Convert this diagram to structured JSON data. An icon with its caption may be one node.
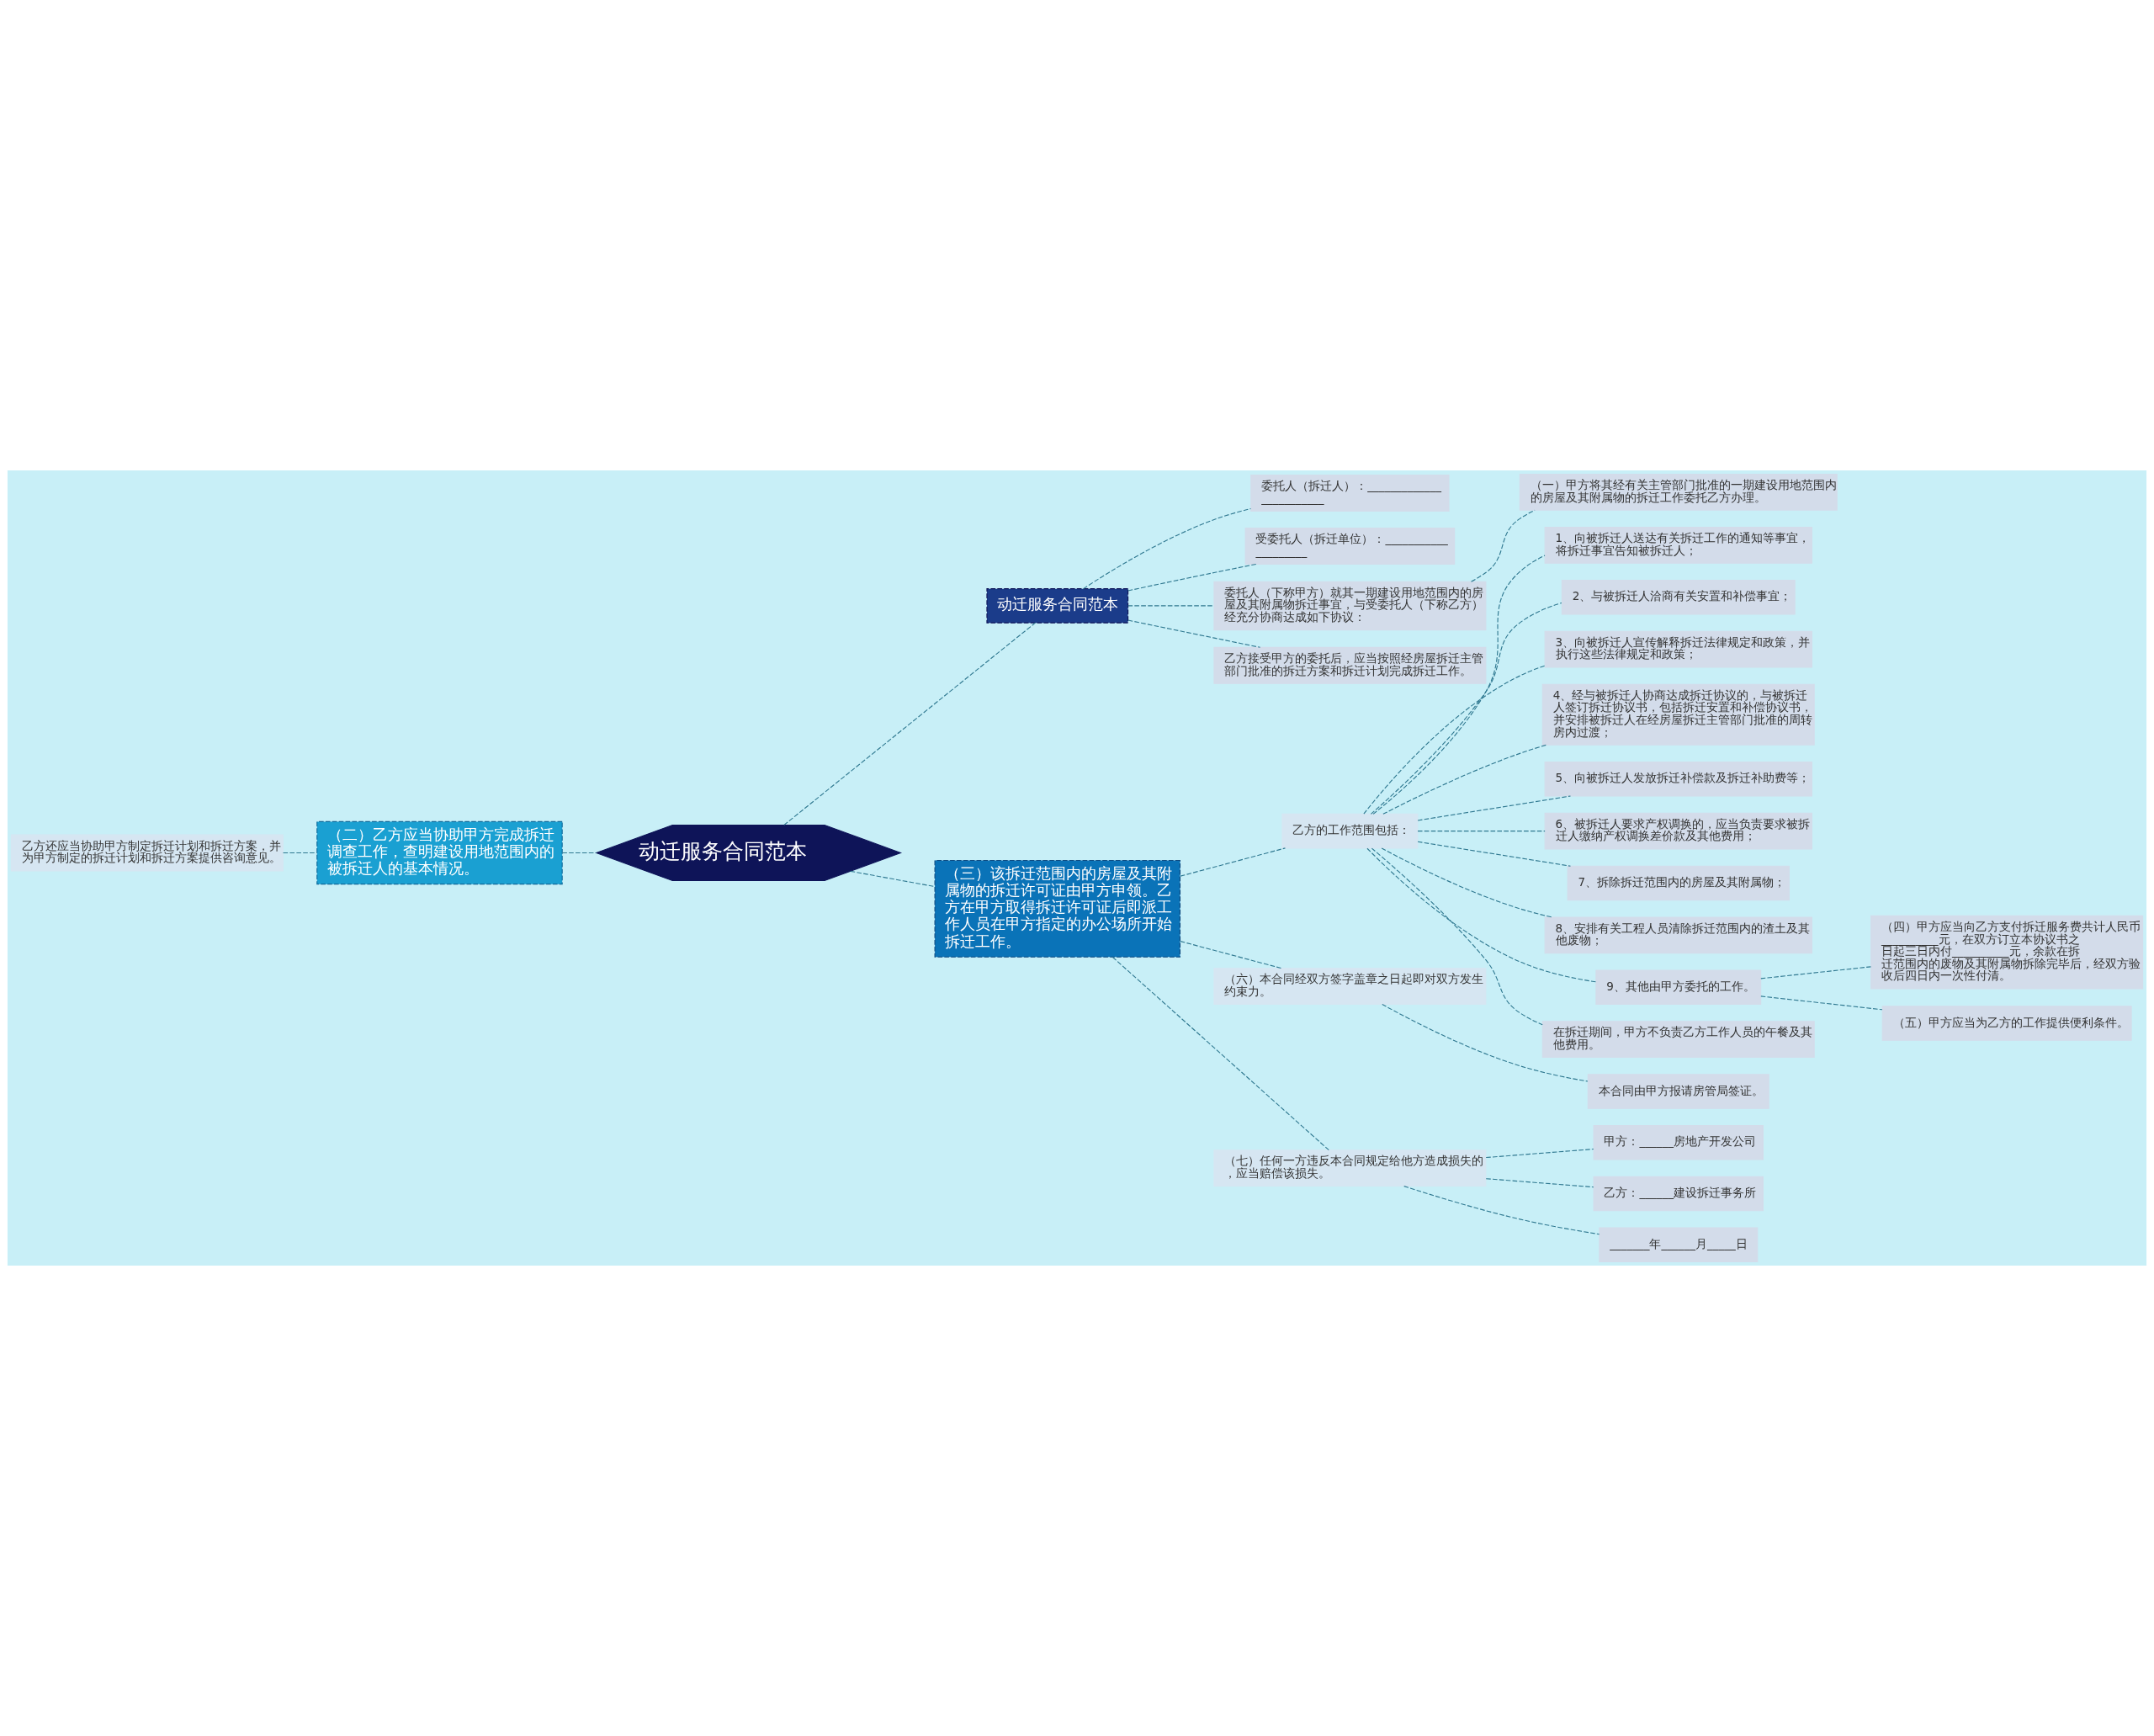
{
  "diagram": {
    "nodes": [
      {
        "text": [
          "动迁服务合同范本"
        ]
      },
      {
        "text": [
          "动迁服务合同范本"
        ]
      },
      {
        "text": [
          "委托人（拆迁人）：________________________"
        ]
      },
      {
        "text": [
          "受委托人（拆迁单位）：____________________"
        ]
      },
      {
        "text": [
          "委托人（下称甲方）就其一期建设用地范围内的房屋及其附属物拆迁事宜，与受委托人（下称乙方）经充分协商达成如下协议："
        ]
      },
      {
        "text": [
          "（一）甲方将其经有关主管部门批准的一期建设用地范围内的房屋及其附属物的拆迁工作委托乙方办理。"
        ]
      },
      {
        "text": [
          "乙方接受甲方的委托后，应当按照经房屋拆迁主管部门批准的拆迁方案和拆迁计划完成拆迁工作。"
        ]
      },
      {
        "text": [
          "（二）乙方应当协助甲方完成拆迁调查工作，查明建设用地范围内的被拆迁人的基本情况。"
        ]
      },
      {
        "text": [
          "乙方还应当协助甲方制定拆迁计划和拆迁方案，并为甲方制定的拆迁计划和拆迁方案提供咨询意见。"
        ]
      },
      {
        "text": [
          "（三）该拆迁范围内的房屋及其附属物的拆迁许可证由甲方申领。乙方在甲方取得拆迁许可证后即派工作人员在甲方指定的办公场所开始拆迁工作。"
        ]
      },
      {
        "text": [
          "乙方的工作范围包括："
        ]
      },
      {
        "text": [
          "1、向被拆迁人送达有关拆迁工作的通知等事宜，将拆迁事宜告知被拆迁人；"
        ]
      },
      {
        "text": [
          "2、与被拆迁人洽商有关安置和补偿事宜；"
        ]
      },
      {
        "text": [
          "3、向被拆迁人宣传解释拆迁法律规定和政策，并执行这些法律规定和政策；"
        ]
      },
      {
        "text": [
          "4、经与被拆迁人协商达成拆迁协议的，与被拆迁人签订拆迁协议书，包括拆迁安置和补偿协议书，并安排被拆迁人在经房屋拆迁主管部门批准的周转房内过渡；"
        ]
      },
      {
        "text": [
          "5、向被拆迁人发放拆迁补偿款及拆迁补助费等；"
        ]
      },
      {
        "text": [
          "6、被拆迁人要求产权调换的，应当负责要求被拆迁人缴纳产权调换差价款及其他费用；"
        ]
      },
      {
        "text": [
          "7、拆除拆迁范围内的房屋及其附属物；"
        ]
      },
      {
        "text": [
          "8、安排有关工程人员清除拆迁范围内的渣土及其他废物；"
        ]
      },
      {
        "text": [
          "9、其他由甲方委托的工作。"
        ]
      },
      {
        "text": [
          "（四）甲方应当向乙方支付拆迁服务费共计人民币__________元，在双方订立本协议书之日起三日内付__________元，余款在拆迁范围内的废物及其附属物拆除完毕后，经双方验收后四日内一次性付清。"
        ]
      },
      {
        "text": [
          "（五）甲方应当为乙方的工作提供便利条件。"
        ]
      },
      {
        "text": [
          "在拆迁期间，甲方不负责乙方工作人员的午餐及其他费用。"
        ]
      },
      {
        "text": [
          "（六）本合同经双方签字盖章之日起即对双方发生约束力。"
        ]
      },
      {
        "text": [
          "本合同由甲方报请房管局签证。"
        ]
      },
      {
        "text": [
          "（七）任何一方违反本合同规定给他方造成损失的，应当赔偿该损失。"
        ]
      },
      {
        "text": [
          "甲方：______房地产开发公司"
        ]
      },
      {
        "text": [
          "乙方：______建设拆迁事务所"
        ]
      },
      {
        "text": [
          "_______年______月_____日"
        ]
      }
    ],
    "edges": [
      {
        "from": 0,
        "to": 1,
        "arrow": "none",
        "style": "dashed"
      },
      {
        "from": 1,
        "to": 2,
        "arrow": "none",
        "style": "dashed"
      },
      {
        "from": 1,
        "to": 3,
        "arrow": "none",
        "style": "dashed"
      },
      {
        "from": 1,
        "to": 4,
        "arrow": "none",
        "style": "dashed"
      },
      {
        "from": 4,
        "to": 5,
        "arrow": "none",
        "style": "dashed"
      },
      {
        "from": 1,
        "to": 6,
        "arrow": "none",
        "style": "dashed"
      },
      {
        "from": 0,
        "to": 7,
        "arrow": "none",
        "style": "dashed"
      },
      {
        "from": 7,
        "to": 8,
        "arrow": "none",
        "style": "dashed"
      },
      {
        "from": 0,
        "to": 9,
        "arrow": "none",
        "style": "dashed"
      },
      {
        "from": 9,
        "to": 10,
        "arrow": "none",
        "style": "dashed"
      },
      {
        "from": 10,
        "to": 11,
        "arrow": "none",
        "style": "dashed"
      },
      {
        "from": 10,
        "to": 12,
        "arrow": "none",
        "style": "dashed"
      },
      {
        "from": 10,
        "to": 13,
        "arrow": "none",
        "style": "dashed"
      },
      {
        "from": 10,
        "to": 14,
        "arrow": "none",
        "style": "dashed"
      },
      {
        "from": 10,
        "to": 15,
        "arrow": "none",
        "style": "dashed"
      },
      {
        "from": 10,
        "to": 16,
        "arrow": "none",
        "style": "dashed"
      },
      {
        "from": 10,
        "to": 17,
        "arrow": "none",
        "style": "dashed"
      },
      {
        "from": 10,
        "to": 18,
        "arrow": "none",
        "style": "dashed"
      },
      {
        "from": 10,
        "to": 19,
        "arrow": "none",
        "style": "dashed"
      },
      {
        "from": 19,
        "to": 20,
        "arrow": "none",
        "style": "dashed"
      },
      {
        "from": 19,
        "to": 21,
        "arrow": "none",
        "style": "dashed"
      },
      {
        "from": 10,
        "to": 22,
        "arrow": "none",
        "style": "dashed"
      },
      {
        "from": 9,
        "to": 23,
        "arrow": "none",
        "style": "dashed"
      },
      {
        "from": 23,
        "to": 24,
        "arrow": "none",
        "style": "dashed"
      },
      {
        "from": 9,
        "to": 25,
        "arrow": "none",
        "style": "dashed"
      },
      {
        "from": 25,
        "to": 26,
        "arrow": "none",
        "style": "dashed"
      },
      {
        "from": 25,
        "to": 27,
        "arrow": "none",
        "style": "dashed"
      },
      {
        "from": 25,
        "to": 28,
        "arrow": "none",
        "style": "dashed"
      }
    ]
  }
}
